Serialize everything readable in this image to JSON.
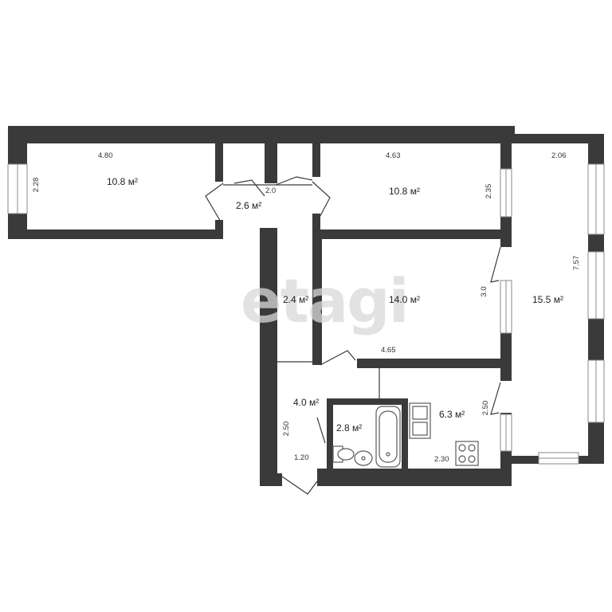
{
  "watermark": "etagi",
  "rooms": [
    {
      "id": "room-1",
      "area": "10.8 м²",
      "width": "4.80",
      "depth": "2.28"
    },
    {
      "id": "room-2",
      "area": "10.8 м²",
      "width": "4.63",
      "depth": "2.35"
    },
    {
      "id": "room-3",
      "area": "15.5 м²",
      "width": "2.06",
      "depth": "7.57"
    },
    {
      "id": "room-4",
      "area": "14.0 м²",
      "width": "4.65",
      "depth": "3.0"
    },
    {
      "id": "corridor",
      "area": "2.4 м²"
    },
    {
      "id": "hall-top",
      "area": "2.6 м²",
      "width": "2.0"
    },
    {
      "id": "entry",
      "area": "4.0 м²",
      "width": "1.20",
      "depth": "2.50"
    },
    {
      "id": "bathroom",
      "area": "2.8 м²"
    },
    {
      "id": "kitchen",
      "area": "6.3 м²",
      "width": "2.30",
      "depth": "2.50"
    }
  ]
}
